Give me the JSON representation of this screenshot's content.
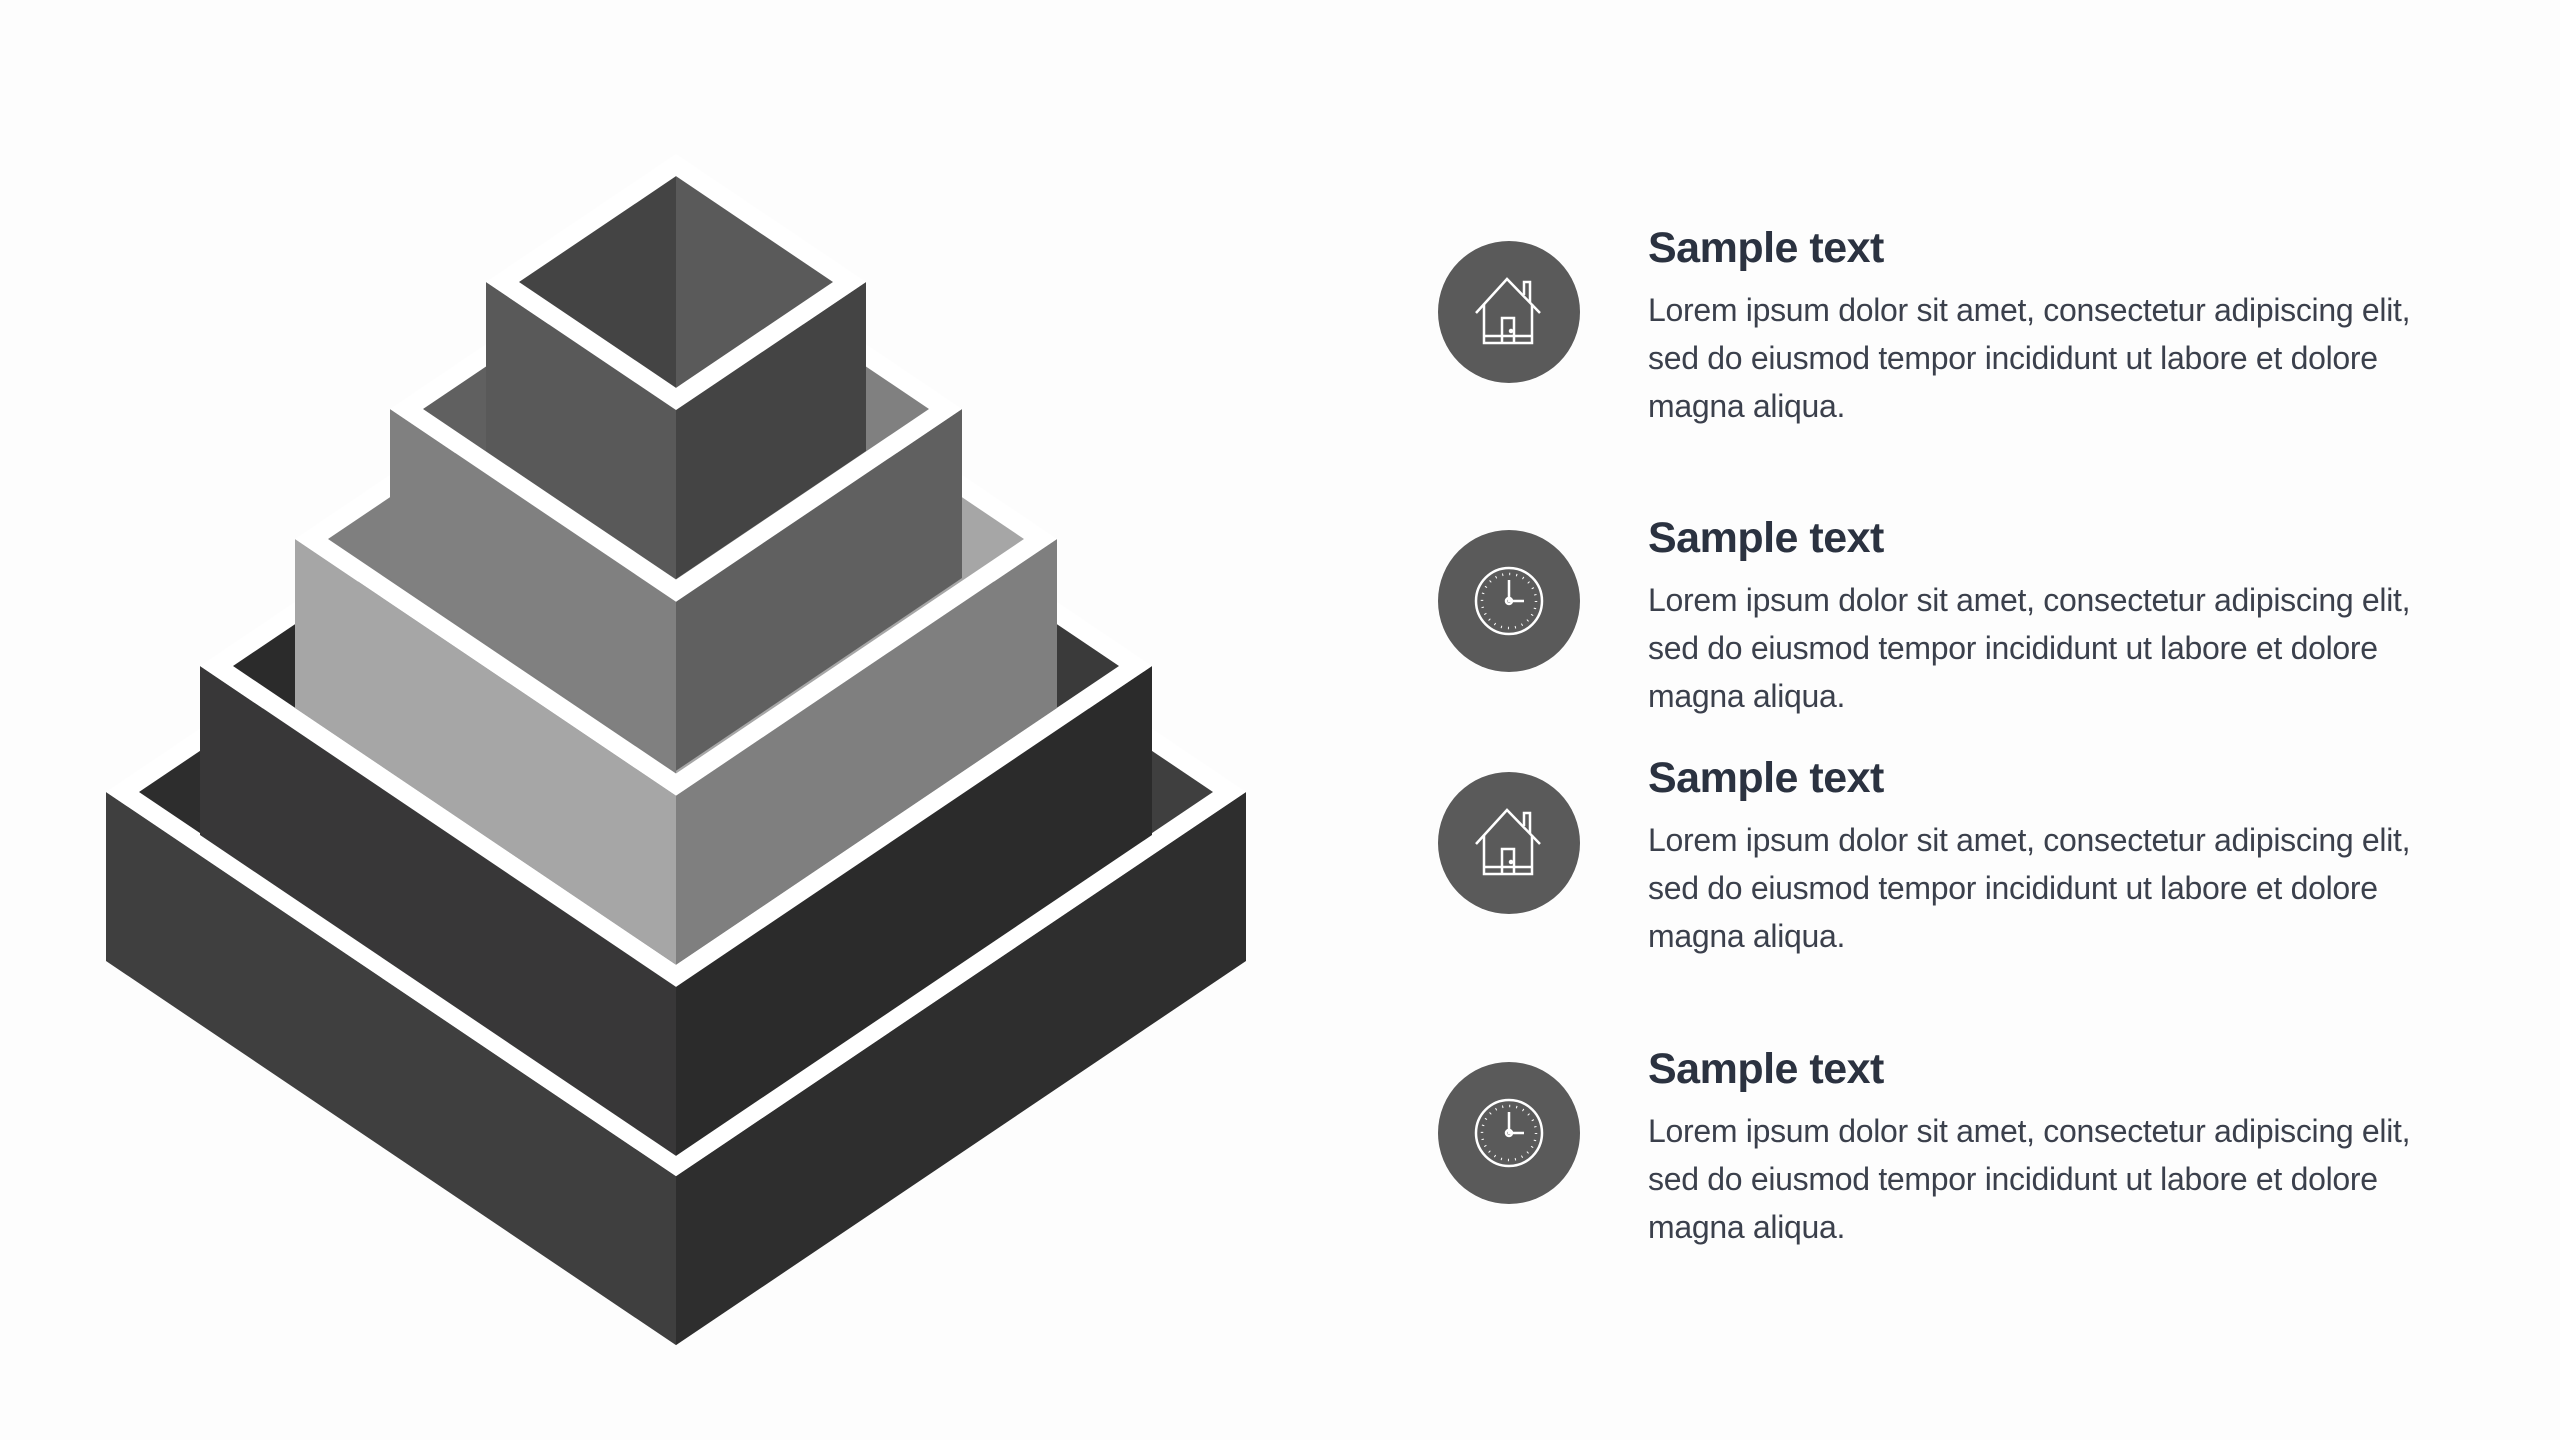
{
  "pyramid": {
    "tiers": [
      {
        "level": 1,
        "left_color": "#3f3f3f",
        "right_color": "#2e2e2e",
        "top_left_color": "#2d2d2d",
        "top_right_color": "#3f3f3f"
      },
      {
        "level": 2,
        "left_color": "#383738",
        "right_color": "#2b2b2b",
        "top_left_color": "#2b2b2b",
        "top_right_color": "#3a3a3a"
      },
      {
        "level": 3,
        "left_color": "#a6a6a6",
        "right_color": "#7f7f7f",
        "top_left_color": "#7f7f7f",
        "top_right_color": "#a6a6a6"
      },
      {
        "level": 4,
        "left_color": "#808080",
        "right_color": "#606060",
        "top_left_color": "#606060",
        "top_right_color": "#808080"
      },
      {
        "level": 5,
        "left_color": "#595959",
        "right_color": "#444444",
        "top_left_color": "#444444",
        "top_right_color": "#5a5a5a"
      }
    ]
  },
  "items": [
    {
      "icon": "house-icon",
      "title": "Sample text",
      "body": "Lorem ipsum dolor sit amet, consectetur adipiscing elit, sed do eiusmod tempor incididunt ut labore et dolore magna aliqua."
    },
    {
      "icon": "clock-icon",
      "title": "Sample text",
      "body": "Lorem ipsum dolor sit amet, consectetur adipiscing elit, sed do eiusmod tempor incididunt ut labore et dolore magna aliqua."
    },
    {
      "icon": "house-icon",
      "title": "Sample text",
      "body": "Lorem ipsum dolor sit amet, consectetur adipiscing elit, sed do eiusmod tempor incididunt ut labore et dolore magna aliqua."
    },
    {
      "icon": "clock-icon",
      "title": "Sample text",
      "body": "Lorem ipsum dolor sit amet, consectetur adipiscing elit, sed do eiusmod tempor incididunt ut labore et dolore magna aliqua."
    }
  ],
  "icon_circle_color": "#5a5a5a"
}
